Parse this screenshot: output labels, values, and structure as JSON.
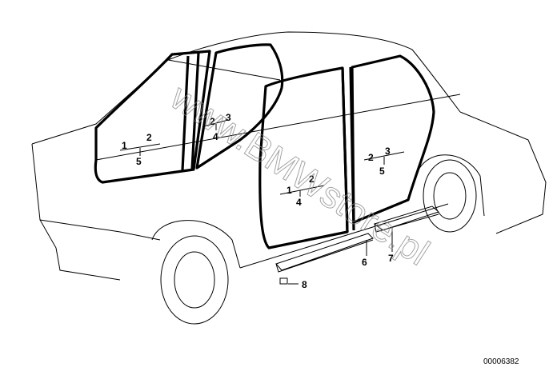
{
  "diagram": {
    "labels": {
      "front_left_1": "1",
      "front_left_2": "2",
      "front_left_5": "5",
      "rear_left_2": "2",
      "rear_left_3": "3",
      "rear_left_4": "4",
      "front_right_1": "1",
      "front_right_2": "2",
      "front_right_4": "4",
      "rear_right_2": "2",
      "rear_right_3": "3",
      "rear_right_5": "5",
      "sill_6": "6",
      "sill_7": "7",
      "clip_8": "8"
    },
    "watermark": "www.BMWstore.pl",
    "drawing_code": "00006382"
  }
}
